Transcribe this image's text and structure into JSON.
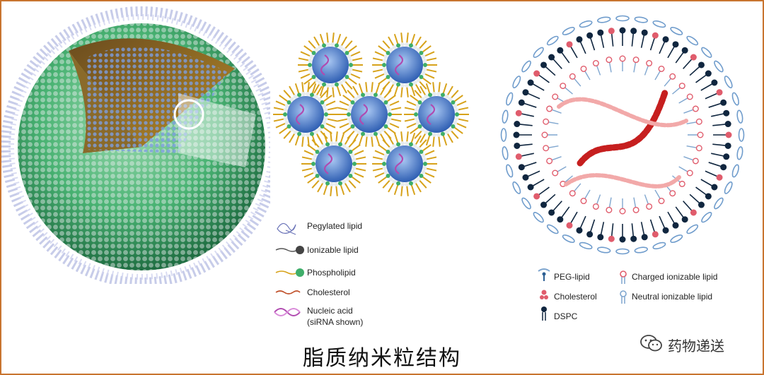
{
  "panel_b_legend": {
    "pegylated": "Pegylated lipid",
    "ionizable": "Ionizable lipid",
    "phospholipid": "Phospholipid",
    "cholesterol": "Cholesterol",
    "nucleic_line1": "Nucleic acid",
    "nucleic_line2": "(siRNA shown)"
  },
  "panel_c_legend": {
    "peg": "PEG-lipid",
    "cholesterol": "Cholesterol",
    "dspc": "DSPC",
    "charged": "Charged ionizable lipid",
    "neutral": "Neutral ionizable lipid"
  },
  "caption": "脂质纳米粒结构",
  "watermark": "药物递送",
  "colors": {
    "frame": "#c8742f",
    "sphere_green": "#3fae6a",
    "core_blue": "#2f5fb3",
    "lipid_tail": "#d7a21a",
    "rna_red": "#c61f1f",
    "dspc_navy": "#10263f"
  }
}
